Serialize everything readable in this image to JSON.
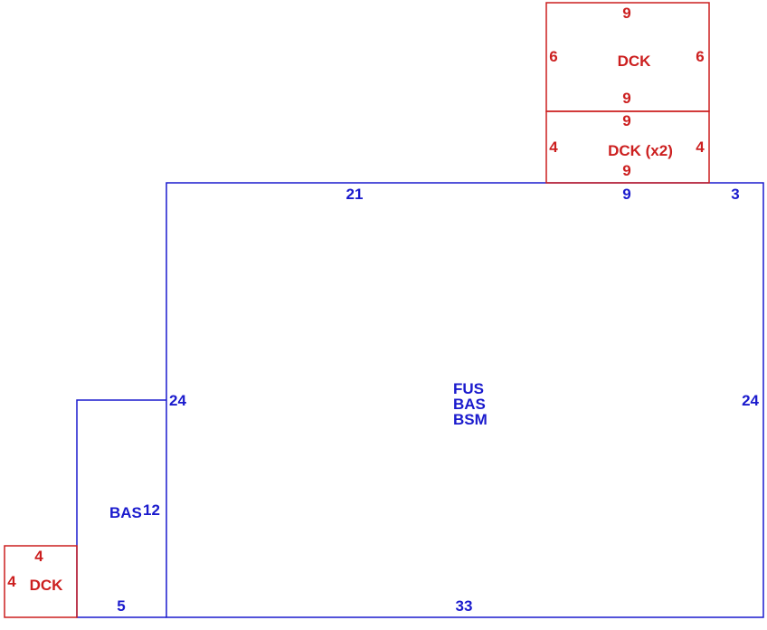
{
  "colors": {
    "living_area": "#1a1acd",
    "deck": "#cc1f1f",
    "background": "#ffffff"
  },
  "main_area": {
    "codes": [
      "FUS",
      "BAS",
      "BSM"
    ],
    "top_left": "21",
    "top_right_a": "9",
    "top_right_b": "3",
    "left": "24",
    "right": "24",
    "bottom": "33"
  },
  "bas_addition": {
    "code": "BAS",
    "side": "12",
    "bottom": "5"
  },
  "deck_top": {
    "code": "DCK",
    "top": "9",
    "bottom": "9",
    "left": "6",
    "right": "6"
  },
  "deck_middle": {
    "code": "DCK (x2)",
    "top": "9",
    "bottom": "9",
    "left": "4",
    "right": "4"
  },
  "deck_small": {
    "code": "DCK",
    "top": "4",
    "left": "4"
  }
}
